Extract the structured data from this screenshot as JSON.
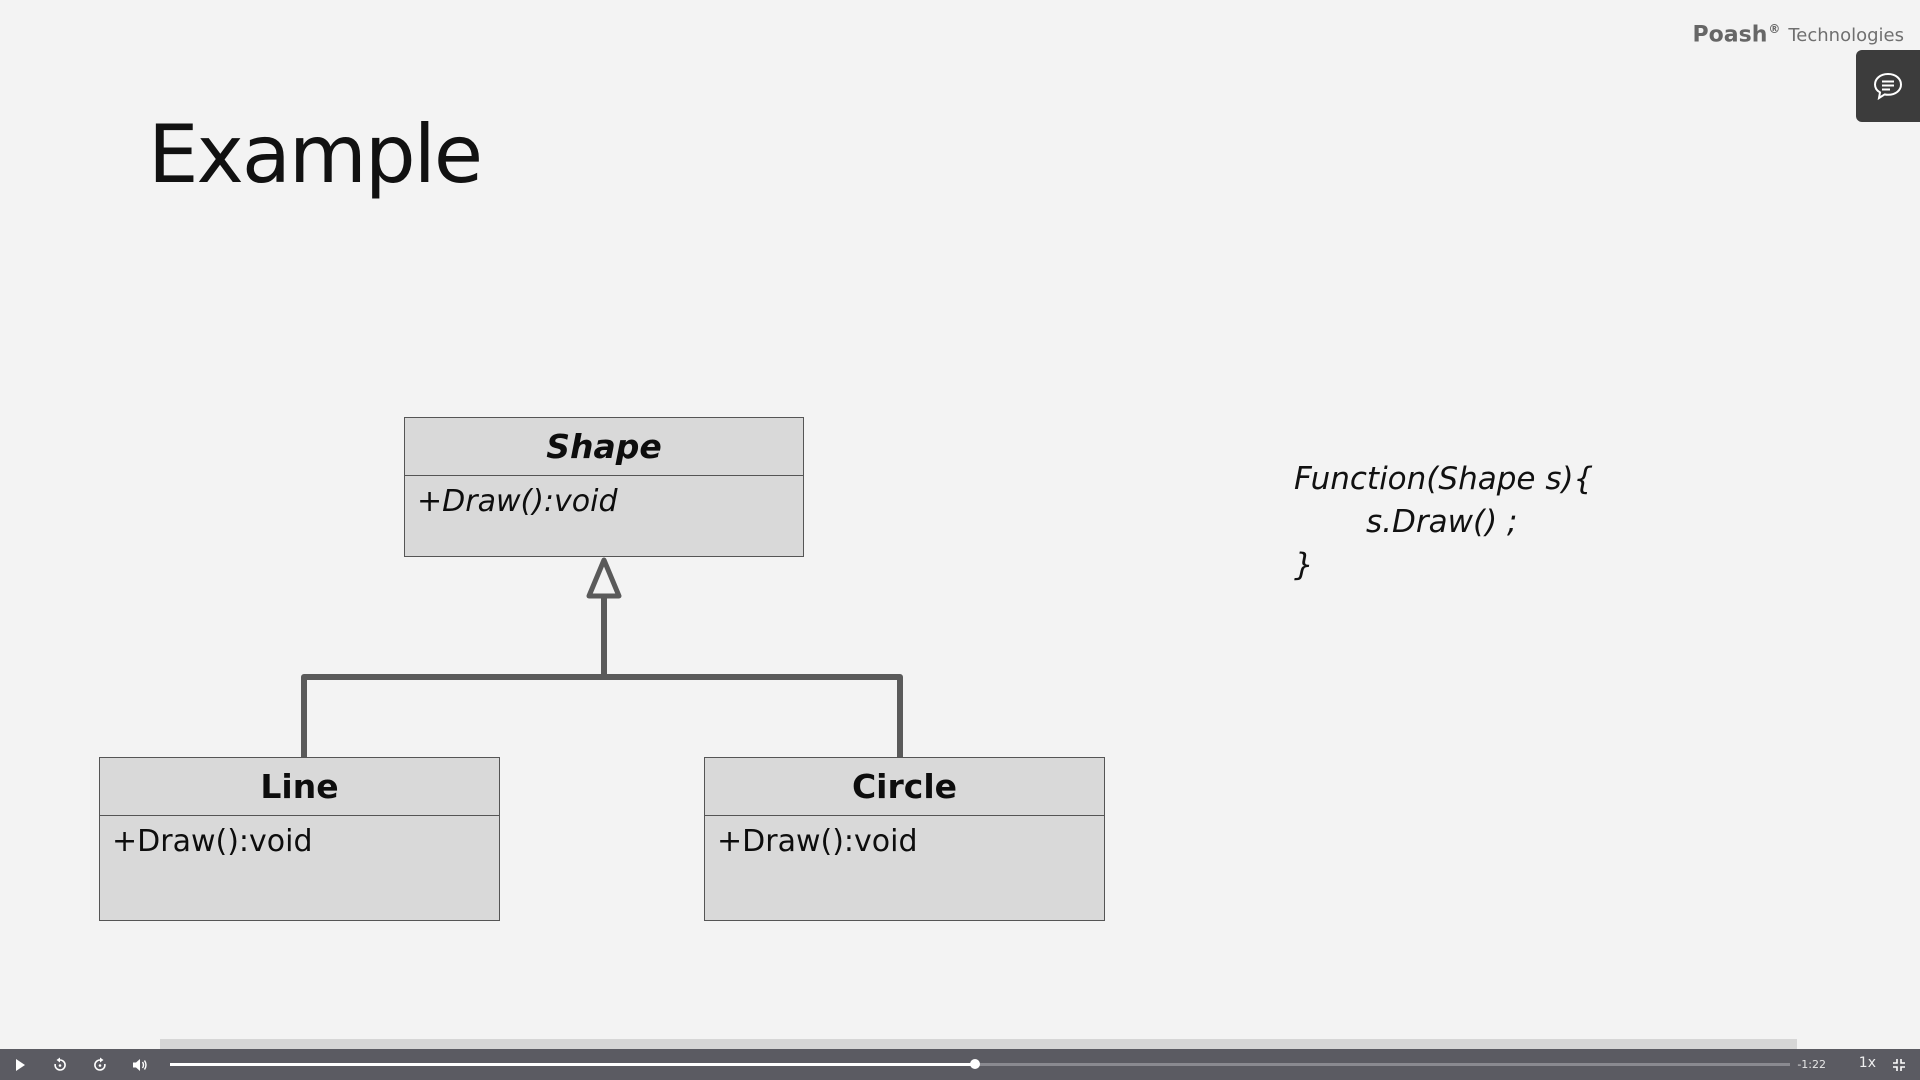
{
  "brand": {
    "name": "Poash",
    "registered": "®",
    "subtitle": "Technologies"
  },
  "slide": {
    "title": "Example"
  },
  "uml": {
    "parent": {
      "name": "Shape",
      "method": "+Draw():void"
    },
    "children": [
      {
        "name": "Line",
        "method": "+Draw():void"
      },
      {
        "name": "Circle",
        "method": "+Draw():void"
      }
    ]
  },
  "code": {
    "line1": "Function(Shape s){",
    "line2": "s.Draw() ;",
    "line3": "}"
  },
  "player": {
    "time_remaining": "-1:22",
    "speed": "1x",
    "progress": 0.497,
    "icons": {
      "play": "play-icon",
      "rewind": "rewind-icon",
      "forward": "forward-icon",
      "volume": "volume-icon",
      "exit_fullscreen": "exit-fullscreen-icon",
      "chat": "chat-icon"
    }
  },
  "colors": {
    "background": "#f3f3f3",
    "uml_fill": "#d9d9d9",
    "uml_border": "#555555",
    "connector": "#5a5a5a",
    "player_bar": "#5b5b62"
  }
}
